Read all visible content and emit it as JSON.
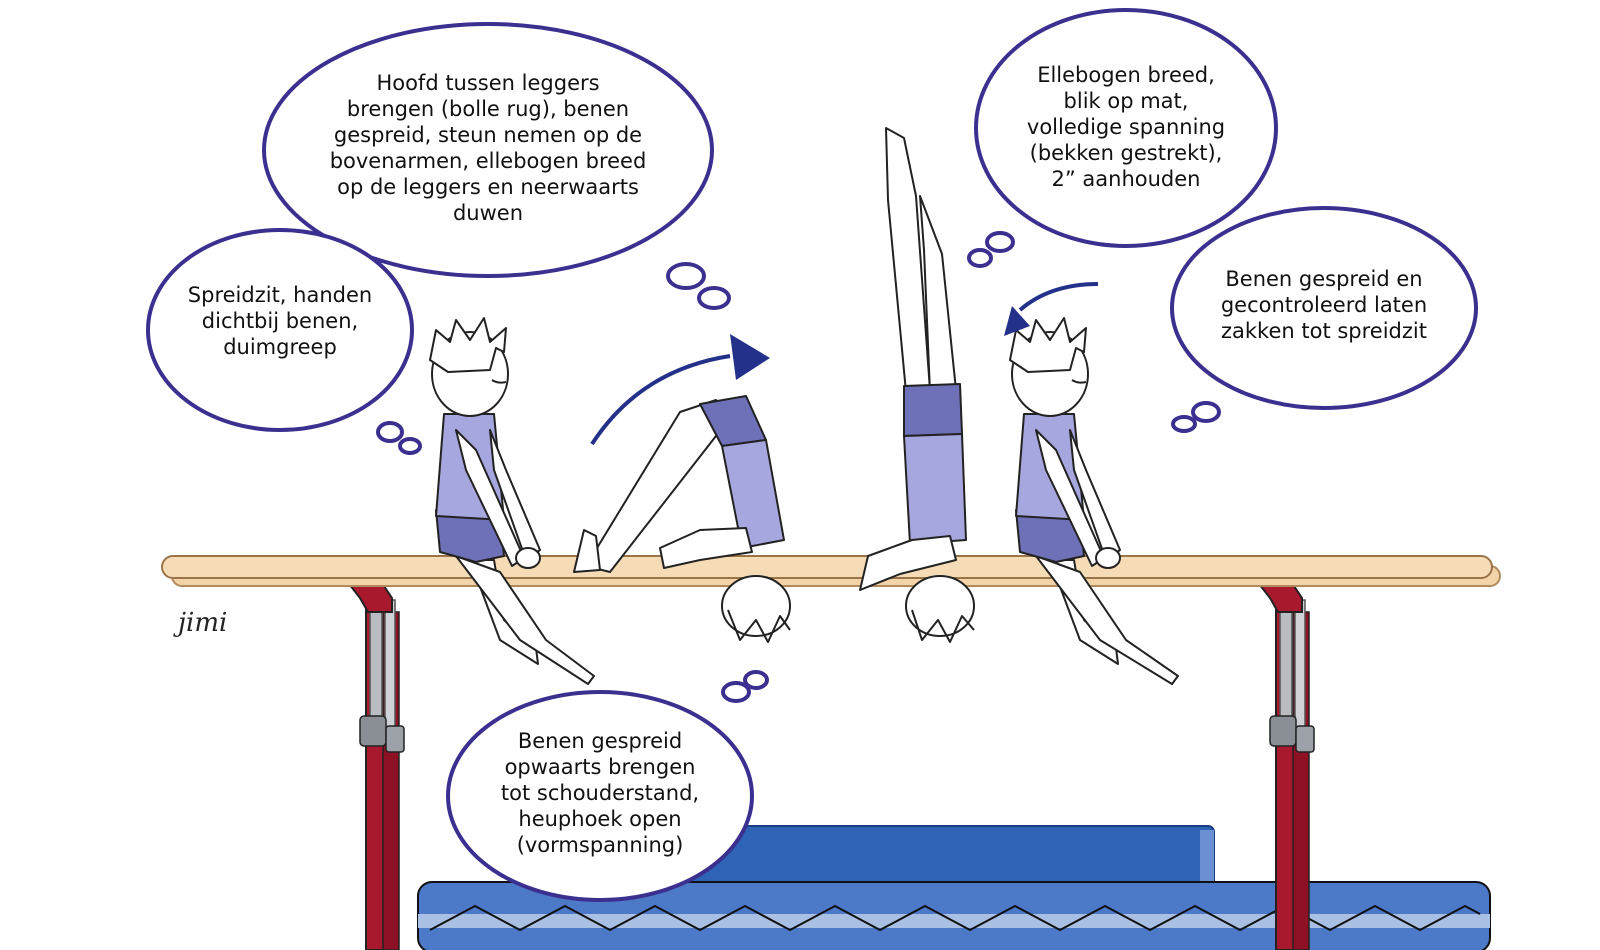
{
  "colors": {
    "bubble_outline": "#3b2f8f",
    "rail": "#f3d3a8",
    "rail_edge": "#b08a5c",
    "post_red": "#a8192e",
    "post_metal": "#b9bdc2",
    "mat_blue": "#2f63b6",
    "mat_light": "#4c7ac8",
    "suit_lilac": "#a7a7df",
    "suit_dark": "#6f71b8",
    "arrow": "#23318a"
  },
  "bubbles": {
    "head_between_rails": {
      "lines": [
        "Hoofd tussen leggers",
        "brengen (bolle rug), benen",
        "gespreid, steun nemen op de",
        "bovenarmen, ellebogen breed",
        "op de leggers en neerwaarts",
        "duwen"
      ]
    },
    "straddle_sit": {
      "lines": [
        "Spreidzit, handen",
        "dichtbij benen,",
        "duimgreep"
      ]
    },
    "elbows_wide": {
      "lines": [
        "Ellebogen breed,",
        "blik op mat,",
        "volledige spanning",
        "(bekken gestrekt),",
        "2” aanhouden"
      ]
    },
    "legs_lower": {
      "lines": [
        "Benen gespreid en",
        "gecontroleerd laten",
        "zakken tot spreidzit"
      ]
    },
    "legs_up": {
      "lines": [
        "Benen gespreid",
        "opwaarts brengen",
        "tot schouderstand,",
        "heuphoek open",
        "(vormspanning)"
      ]
    }
  },
  "signature": "jimi",
  "icons": {
    "forward_arrow": "curved-arrow-right-icon",
    "return_arrow": "curved-arrow-left-icon"
  }
}
